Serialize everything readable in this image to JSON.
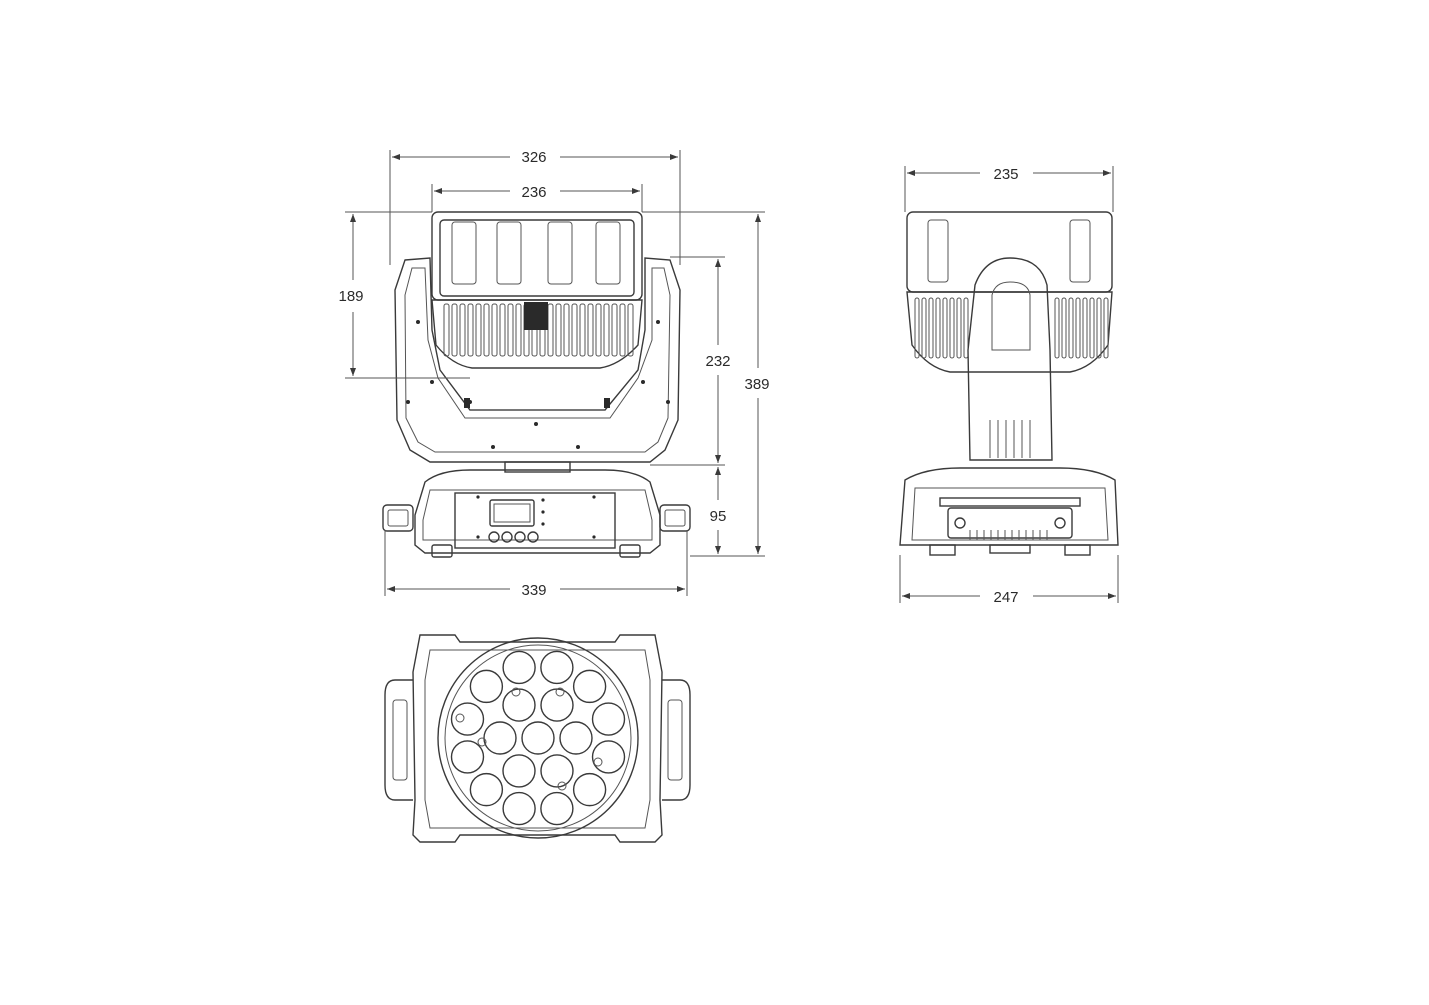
{
  "dimensions": {
    "front_outer_width": "326",
    "front_inner_width": "236",
    "front_head_height": "189",
    "front_yoke_height": "232",
    "total_height": "389",
    "base_height": "95",
    "base_width": "339",
    "side_head_width": "235",
    "side_base_width": "247"
  },
  "colors": {
    "line": "#3a3a3a",
    "background": "#ffffff"
  }
}
